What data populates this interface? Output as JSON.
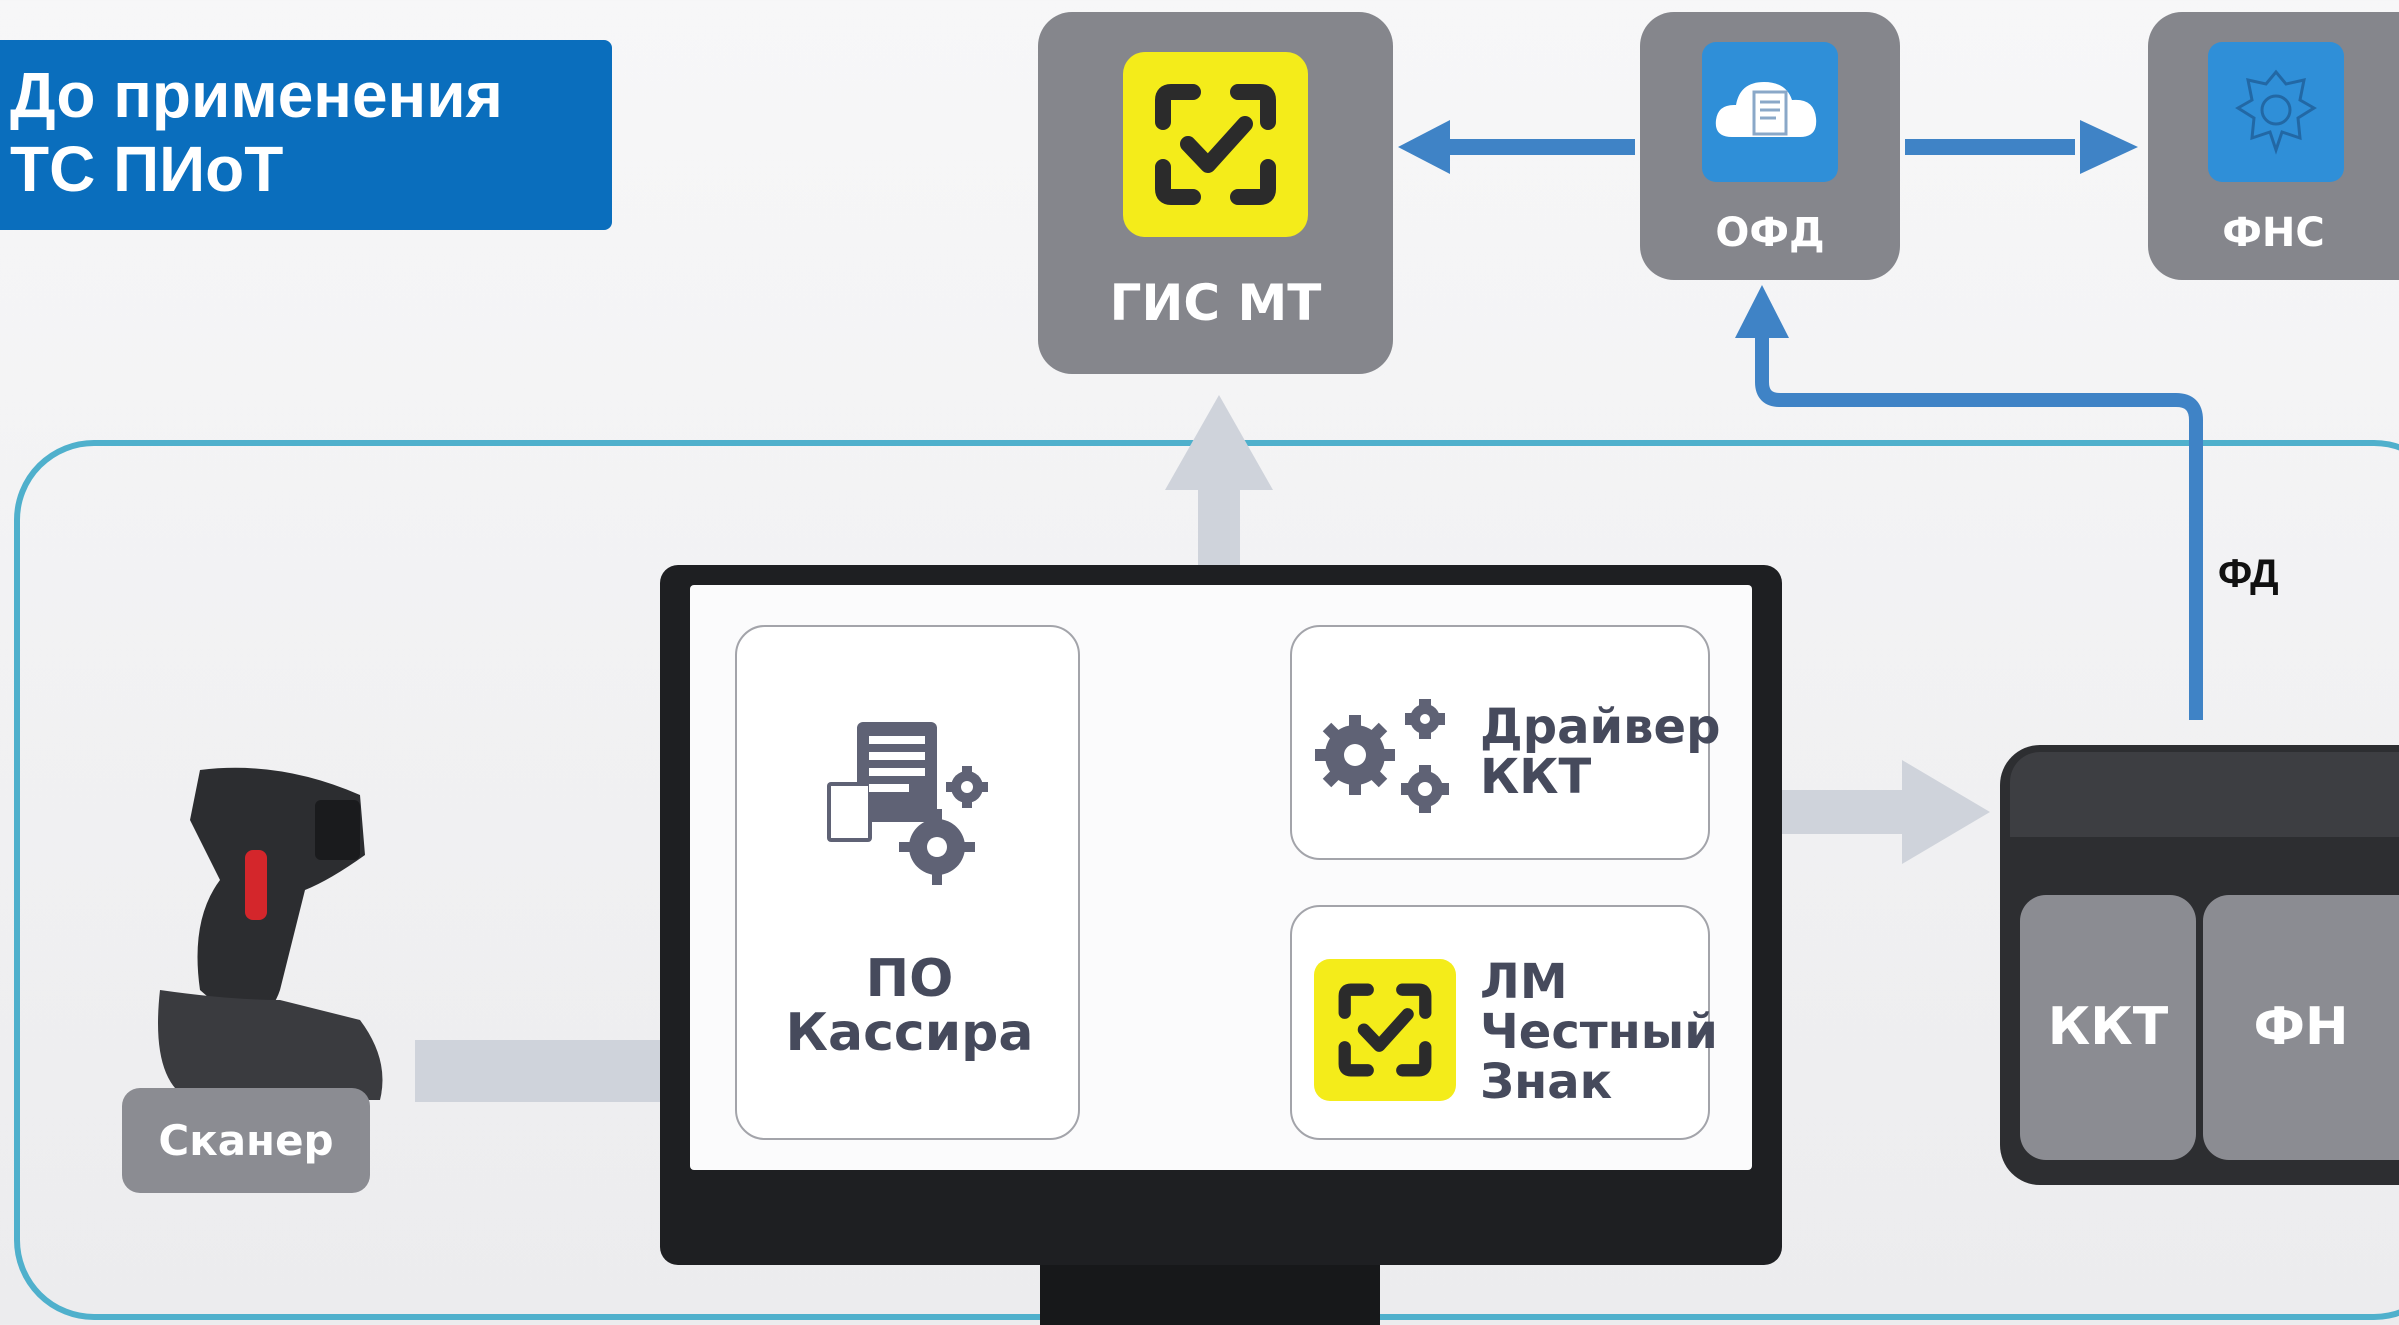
{
  "header": {
    "title_line1": "До применения",
    "title_line2": "ТС ПИоТ"
  },
  "external": {
    "gis_mt": "ГИС МТ",
    "ofd": "ОФД",
    "fns": "ФНС"
  },
  "flow_label": "ФД",
  "screen": {
    "cashier_sw_line1": "ПО",
    "cashier_sw_line2": "Кассира",
    "driver_line1": "Драйвер",
    "driver_line2": "ККТ",
    "lm_line1": "ЛМ",
    "lm_line2": "Честный",
    "lm_line3": "Знак"
  },
  "devices": {
    "scanner": "Сканер",
    "kkt": "ККТ",
    "fn": "ФН"
  },
  "colors": {
    "title_bg": "#0a6ebd",
    "box_gray": "#85868c",
    "frame": "#4fb0cc",
    "blue_arrow": "#3f83c6",
    "gray_arrow": "#cfd3db",
    "yellow": "#f4ec1a"
  },
  "icons": [
    "checkmark-scan-icon",
    "cloud-document-icon",
    "coat-of-arms-icon",
    "receipt-gear-icon",
    "gears-icon"
  ]
}
